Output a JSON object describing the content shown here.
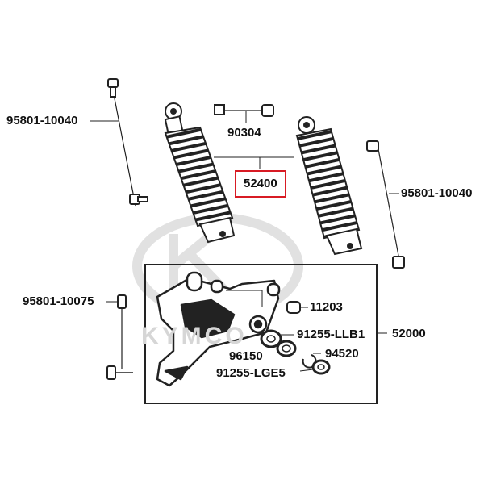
{
  "watermark": {
    "text": "KYMCO"
  },
  "parts": {
    "bolt_upper_left": "95801-10040",
    "nut_bushing": "90304",
    "shock_absorber": "52400",
    "bolt_upper_right": "95801-10040",
    "bolt_lower_left": "95801-10075",
    "collar": "11203",
    "bearing_1": "91255-LLB1",
    "bracket_assembly": "52000",
    "washer": "96150",
    "circlip": "94520",
    "bearing_2": "91255-LGE5"
  },
  "highlight": {
    "part": "52400",
    "color": "#d81b24"
  }
}
